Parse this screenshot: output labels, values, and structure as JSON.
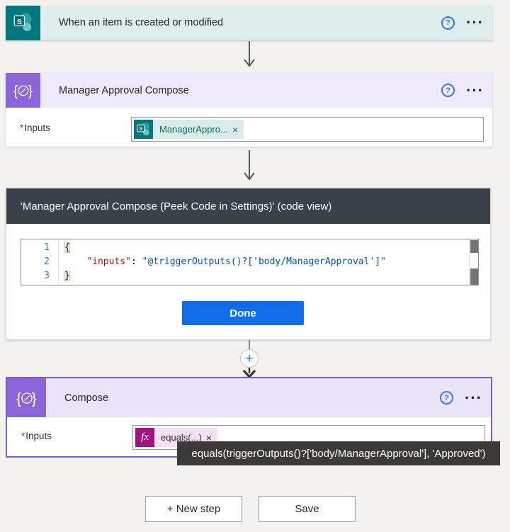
{
  "colors": {
    "canvas_bg": "#f3f2f1",
    "sharepoint_teal": "#03787c",
    "trigger_header_bg": "#ddeeec",
    "compose_purple": "#8a64d8",
    "manager_header_bg": "#efeafb",
    "compose_header_bg": "#ebe4f9",
    "compose_border": "#7a5fc0",
    "code_header_bg": "#3b4149",
    "done_blue": "#116ce9",
    "fx_magenta": "#a31380",
    "fx_pill_bg": "#f5dff2",
    "sharepoint_token_bg": "#d9ecea",
    "tooltip_bg": "#3b3a39",
    "help_blue": "#3b78e7",
    "code_key_color": "#a31515",
    "code_string_color": "#0451a5"
  },
  "icons": {
    "help_glyph": "?",
    "ellipsis_glyph": "···",
    "plus_glyph": "+",
    "sharepoint_letter": "S"
  },
  "trigger_card": {
    "title": "When an item is created or modified"
  },
  "manager_compose_card": {
    "title": "Manager Approval Compose",
    "required_marker": "*",
    "inputs_label": "Inputs",
    "token": {
      "label": "ManagerAppro...",
      "remove_glyph": "×"
    }
  },
  "code_view_card": {
    "title": "'Manager Approval Compose (Peek Code in Settings)' (code view)",
    "lines": [
      {
        "num": "1",
        "segments": [
          {
            "text": "{"
          }
        ]
      },
      {
        "num": "2",
        "segments": [
          {
            "text": "    "
          },
          {
            "text": "\"inputs\""
          },
          {
            "text": ": "
          },
          {
            "text": "\"@triggerOutputs()?['body/ManagerApproval']\""
          }
        ]
      },
      {
        "num": "3",
        "segments": [
          {
            "text": "}"
          }
        ]
      }
    ],
    "done_label": "Done"
  },
  "compose_card": {
    "title": "Compose",
    "required_marker": "*",
    "inputs_label": "Inputs",
    "token": {
      "fx_label": "fx",
      "label": "equals(...)",
      "remove_glyph": "×"
    },
    "tooltip_text": "equals(triggerOutputs()?['body/ManagerApproval'], 'Approved')"
  },
  "footer": {
    "new_step_label": "+ New step",
    "save_label": "Save"
  }
}
